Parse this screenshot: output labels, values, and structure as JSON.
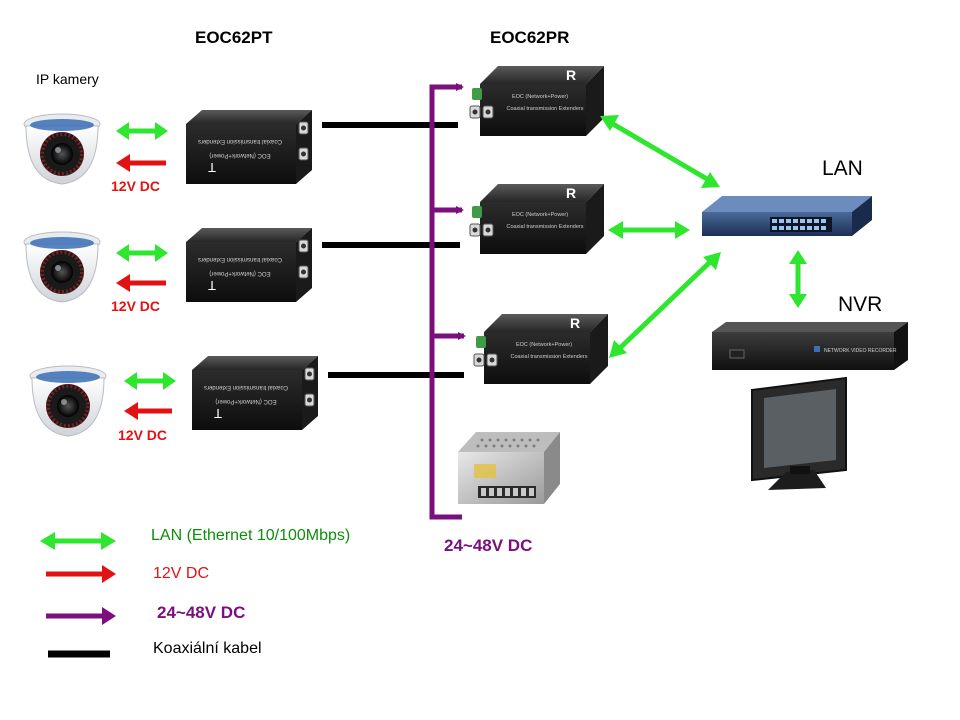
{
  "labels": {
    "transmitter_header": "EOC62PT",
    "receiver_header": "EOC62PR",
    "cameras": "IP kamery",
    "lan": "LAN",
    "nvr": "NVR",
    "psu": "24~48V DC"
  },
  "cameras": [
    {
      "power_label": "12V DC"
    },
    {
      "power_label": "12V DC"
    },
    {
      "power_label": "12V DC"
    }
  ],
  "transmitter": {
    "text_lines": [
      "Coaxial transmission Extenders",
      "EOC (Network+Power)"
    ],
    "mark": "T"
  },
  "receiver": {
    "mark": "R",
    "text_lines": [
      "EOC (Network+Power)",
      "Coaxial transmission Extenders"
    ]
  },
  "nvr_device": {
    "front_text": "NETWORK VIDEO RECORDER"
  },
  "legend": [
    {
      "kind": "lan-arrow",
      "label": "LAN (Ethernet 10/100Mbps)"
    },
    {
      "kind": "dc12-arrow",
      "label": "12V DC"
    },
    {
      "kind": "dc48-arrow",
      "label": "24~48V DC"
    },
    {
      "kind": "coax-line",
      "label": "Koaxiální kabel"
    }
  ],
  "colors": {
    "lan": "#2ee62e",
    "dc12": "#e31212",
    "dc48": "#7a0f7d",
    "coax": "#000000",
    "lan_label": "#0b8f0b",
    "dc12_label": "#e31212",
    "dc48_label": "#7a0f7d"
  }
}
